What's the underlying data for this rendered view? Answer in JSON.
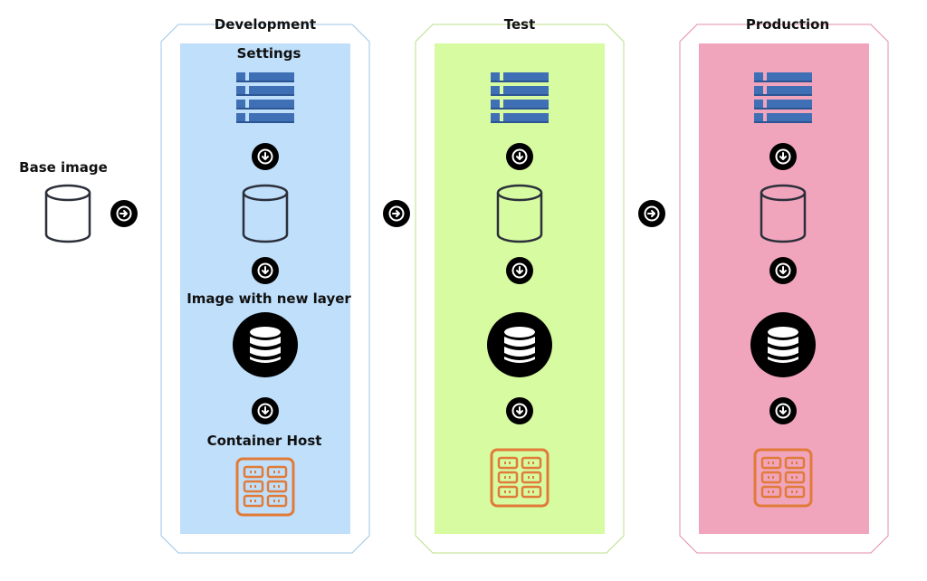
{
  "base": {
    "label": "Base image"
  },
  "stages": [
    {
      "title": "Development",
      "bg": "#bfdffb",
      "border": "#9dc6e8",
      "settings_label": "Settings",
      "image_label": "Image with new layer",
      "host_label": "Container Host"
    },
    {
      "title": "Test",
      "bg": "#d7fba1",
      "border": "#b8e08a",
      "settings_label": "",
      "image_label": "",
      "host_label": ""
    },
    {
      "title": "Production",
      "bg": "#f1a5bd",
      "border": "#e58ea9",
      "settings_label": "",
      "image_label": "",
      "host_label": ""
    }
  ],
  "colors": {
    "list_icon": "#3f6fb5",
    "host_icon": "#e07b39",
    "cylinder": "#2b2f3a"
  },
  "icons": {
    "settings": "list-icon",
    "layer": "cylinder-outline-icon",
    "image": "database-icon",
    "host": "server-rack-icon",
    "next": "arrow-right-circle-icon",
    "down": "arrow-down-circle-icon"
  }
}
